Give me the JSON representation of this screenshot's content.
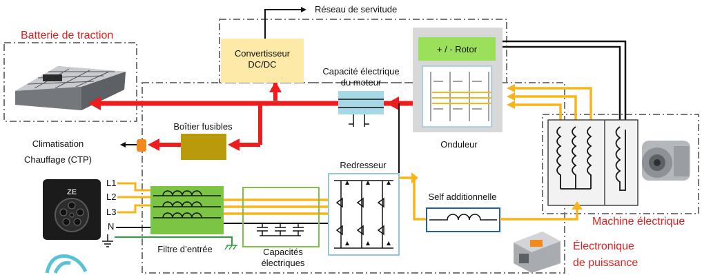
{
  "labels": {
    "reseau": "Réseau de servitude",
    "batterie": "Batterie de traction",
    "convertisseur_l1": "Convertisseur",
    "convertisseur_l2": "DC/DC",
    "capacite_moteur_l1": "Capacité électrique",
    "capacite_moteur_l2": "du moteur",
    "rotor": "+ / - Rotor",
    "onduleur": "Onduleur",
    "boitier": "Boîtier fusibles",
    "climatisation": "Climatisation",
    "chauffage": "Chauffage (CTP)",
    "redresseur": "Redresseur",
    "self": "Self additionnelle",
    "filtre": "Filtre d’entrée",
    "capacites_l1": "Capacités",
    "capacites_l2": "électriques",
    "machine": "Machine électrique",
    "electronique_l1": "Électronique",
    "electronique_l2": "de puissance",
    "plug": "ZE"
  },
  "phases": [
    "L1",
    "L2",
    "L3",
    "N"
  ],
  "colors": {
    "dc_bus": "#ee1c1c",
    "ac_phase": "#f7b51c",
    "ground": "#2aa33a",
    "label_red": "#e41e1e",
    "converter_fill": "#fde9a8",
    "rotor_fill": "#9be05a",
    "filter_fill": "#7cc443",
    "fuse_fill": "#b89a0b",
    "cap_fill": "#a7d8e6",
    "dashed": "#777777"
  },
  "icons": [
    "battery-pack-image",
    "charging-socket-image",
    "charging-cable-image",
    "motor-image",
    "power-electronics-image"
  ]
}
